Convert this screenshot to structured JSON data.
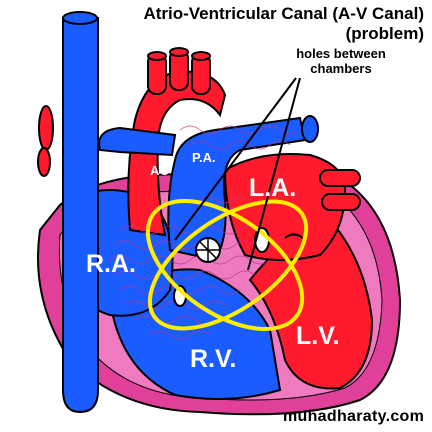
{
  "title": {
    "line1": "Atrio-Ventricular Canal (A-V Canal)",
    "line2": "(problem)"
  },
  "annotation": {
    "line1": "holes between",
    "line2": "chambers"
  },
  "labels": {
    "aorta": "AO",
    "pulmonary_artery": "P.A.",
    "left_atrium": "L.A.",
    "right_atrium": "R.A.",
    "right_ventricle": "R.V.",
    "left_ventricle": "L.V."
  },
  "watermark": "muhadharaty.com",
  "colors": {
    "deoxygenated": "#1a5cff",
    "oxygenated": "#ff1a2e",
    "muscle": "#e0409a",
    "muscle_light": "#f07ac0",
    "holes_highlight": "#ffee00",
    "mixing": "#c0308a"
  }
}
